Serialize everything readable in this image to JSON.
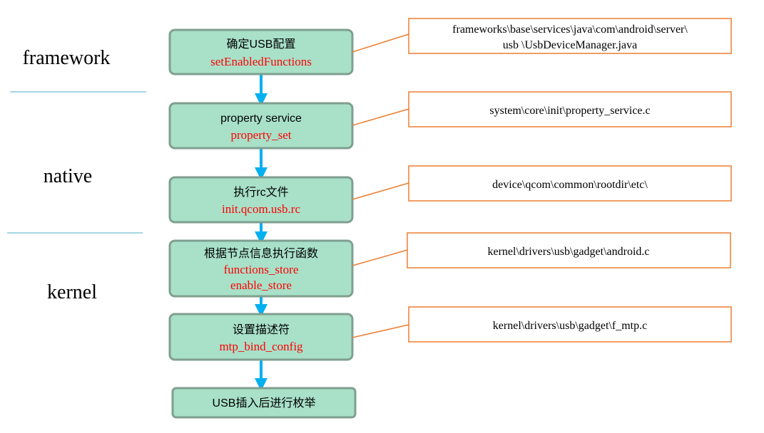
{
  "layers": [
    "framework",
    "native",
    "kernel"
  ],
  "steps": [
    {
      "title": "确定USB配置",
      "funcs": [
        "setEnabledFunctions"
      ],
      "path": [
        "frameworks\\base\\services\\java\\com\\android\\server\\",
        "usb \\UsbDeviceManager.java"
      ]
    },
    {
      "title": "property  service",
      "funcs": [
        "property_set"
      ],
      "path": [
        "system\\core\\init\\property_service.c"
      ]
    },
    {
      "title": "执行rc文件",
      "funcs": [
        "init.qcom.usb.rc"
      ],
      "path": [
        "device\\qcom\\common\\rootdir\\etc\\"
      ]
    },
    {
      "title": "根据节点信息执行函数",
      "funcs": [
        "functions_store",
        "enable_store"
      ],
      "path": [
        "kernel\\drivers\\usb\\gadget\\android.c"
      ]
    },
    {
      "title": "设置描述符",
      "funcs": [
        "mtp_bind_config"
      ],
      "path": [
        "kernel\\drivers\\usb\\gadget\\f_mtp.c"
      ]
    }
  ],
  "final_step": {
    "title": "USB插入后进行枚举"
  },
  "colors": {
    "box_fill": "#a8e0c8",
    "box_stroke": "#7f9f8f",
    "func_text": "#ff0000",
    "arrow": "#00b0f0",
    "connector": "#ed7d31",
    "separator": "#4bacc6"
  }
}
